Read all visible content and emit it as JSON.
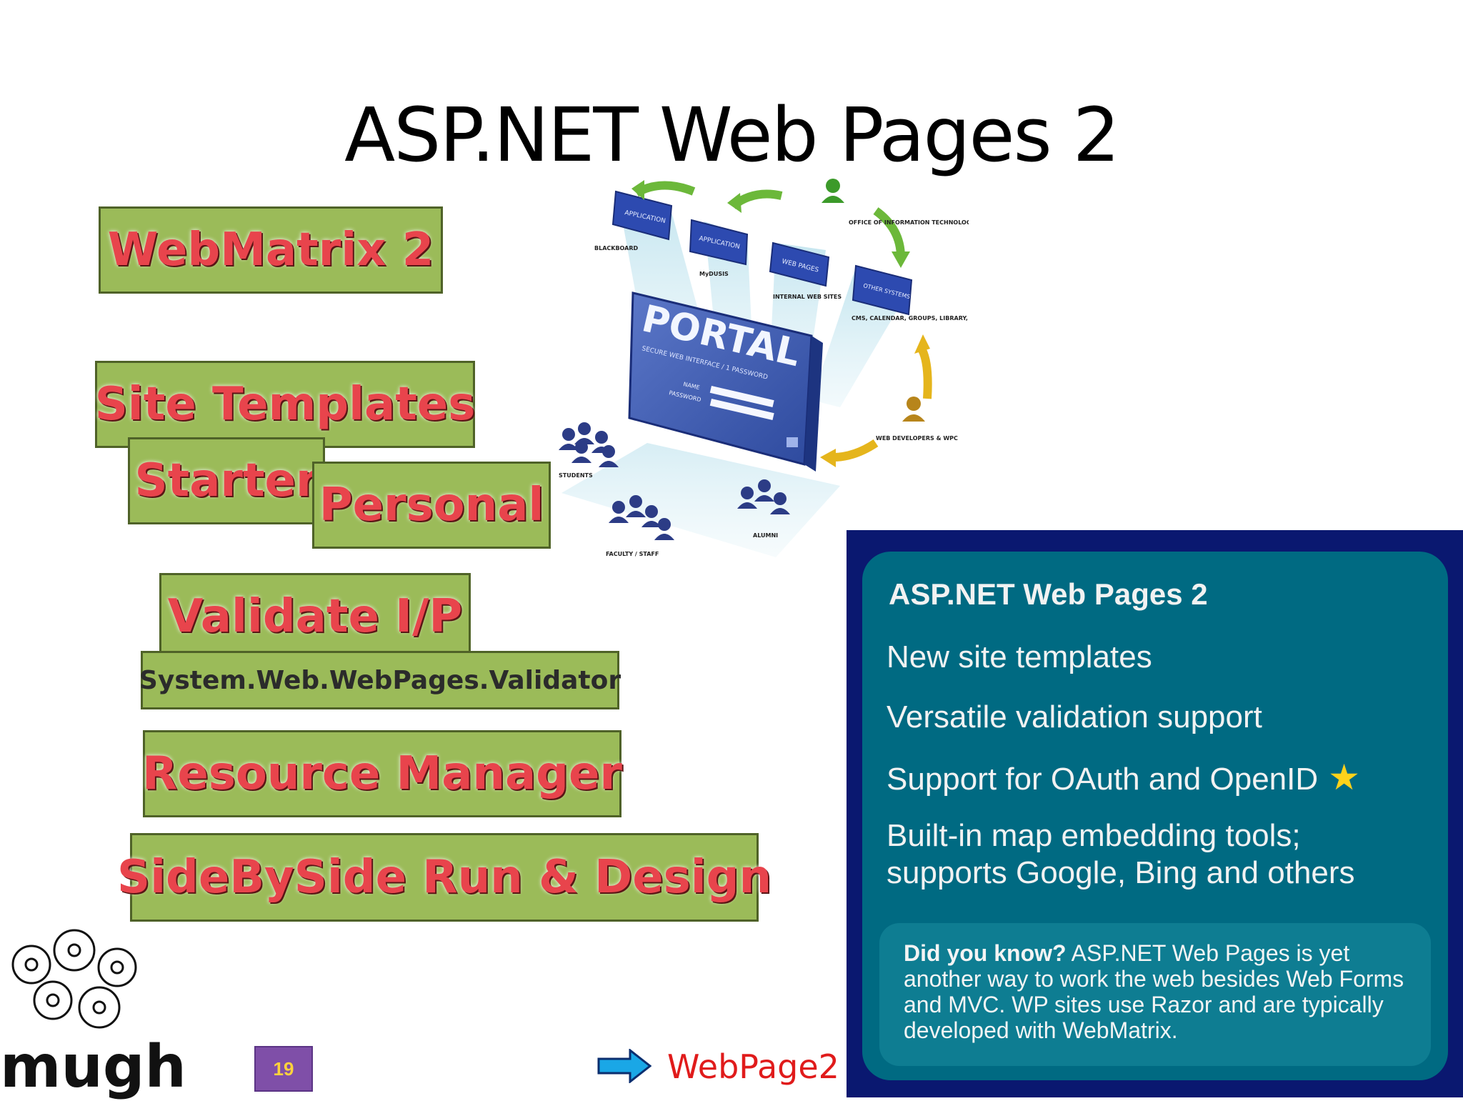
{
  "slide": {
    "title": "ASP.NET Web Pages 2",
    "page_number": "19",
    "logo_text": "mugh",
    "link_text": "WebPage2"
  },
  "boxes": {
    "webmatrix": "WebMatrix 2",
    "site_templates": "Site Templates",
    "starter": "Starter",
    "personal": "Personal",
    "validate": "Validate I/P",
    "validator_ns": "System.Web.WebPages.Validator",
    "resource_manager": "Resource Manager",
    "sidebyside": "SideBySide Run & Design"
  },
  "portal_diagram": {
    "portal": "PORTAL",
    "portal_sub": "SECURE WEB INTERFACE / 1 PASSWORD",
    "name_label": "NAME",
    "password_label": "PASSWORD",
    "app1": "APPLICATION",
    "app2": "APPLICATION",
    "web_pages": "WEB PAGES",
    "other_systems": "OTHER SYSTEMS",
    "blackboard": "BLACKBOARD",
    "mydusis": "MyDUSIS",
    "internal": "INTERNAL WEB SITES",
    "cms": "CMS, CALENDAR, GROUPS, LIBRARY, & MORE...",
    "oit": "OFFICE OF INFORMATION TECHNOLOGY",
    "webdev": "WEB DEVELOPERS & WPC",
    "students": "STUDENTS",
    "faculty": "FACULTY / STAFF",
    "alumni": "ALUMNI"
  },
  "panel": {
    "title": "ASP.NET Web Pages 2",
    "bullets": [
      "New site templates",
      "Versatile validation support",
      "Support for OAuth and OpenID",
      "Built-in map embedding tools;",
      "supports Google, Bing and others"
    ],
    "dyk_bold": "Did you know?",
    "dyk_text": "ASP.NET Web Pages is yet another way to work the web besides Web Forms and MVC. WP sites use Razor and are typically developed with WebMatrix."
  },
  "colors": {
    "box_green": "#9bbb59",
    "box_text": "#e8444c",
    "panel_navy": "#0a1870",
    "panel_teal": "#006a82",
    "link_red": "#e01b1b"
  }
}
